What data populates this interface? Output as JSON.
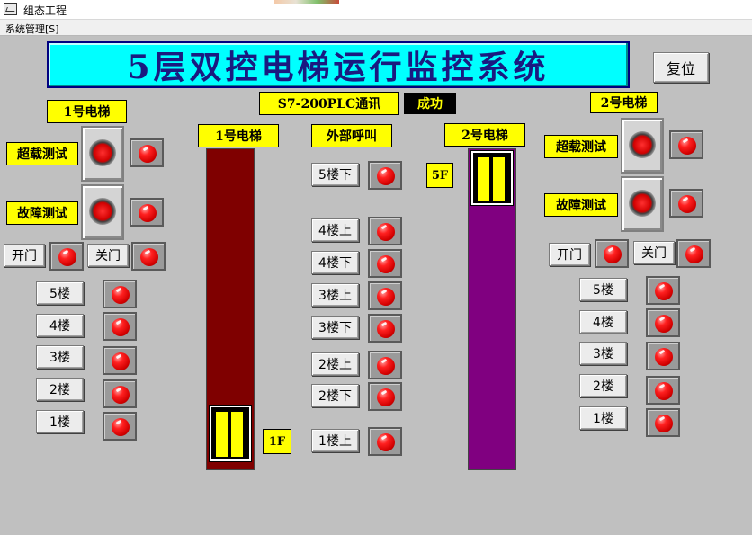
{
  "window": {
    "title": "组态工程"
  },
  "menu": {
    "system_label": "系统管理[S]"
  },
  "header": {
    "title": "5层双控电梯运行监控系统",
    "reset_label": "复位"
  },
  "plc": {
    "label": "S7-200PLC通讯",
    "status": "成功"
  },
  "elevator1": {
    "heading": "1号电梯",
    "overload_label": "超载测试",
    "fault_label": "故障测试",
    "open_label": "开门",
    "close_label": "关门",
    "floor_buttons": [
      "5楼",
      "4楼",
      "3楼",
      "2楼",
      "1楼"
    ],
    "shaft_label": "1号电梯",
    "current_floor": "1F"
  },
  "external_calls": {
    "heading": "外部呼叫",
    "buttons": [
      "5楼下",
      "4楼上",
      "4楼下",
      "3楼上",
      "3楼下",
      "2楼上",
      "2楼下",
      "1楼上"
    ]
  },
  "elevator2": {
    "heading": "2号电梯",
    "overload_label": "超载测试",
    "fault_label": "故障测试",
    "open_label": "开门",
    "close_label": "关门",
    "floor_buttons": [
      "5楼",
      "4楼",
      "3楼",
      "2楼",
      "1楼"
    ],
    "shaft_label": "2号电梯",
    "current_floor": "5F"
  },
  "colors": {
    "panel_bg": "#c0c0c0",
    "banner": "#00ffff",
    "label_yellow": "#ffff00",
    "lamp_red": "#ff0000",
    "shaft1": "#7f0000",
    "shaft2": "#800080"
  },
  "icons": {
    "app": "window-app-icon",
    "lamp": "red-indicator-lamp"
  }
}
